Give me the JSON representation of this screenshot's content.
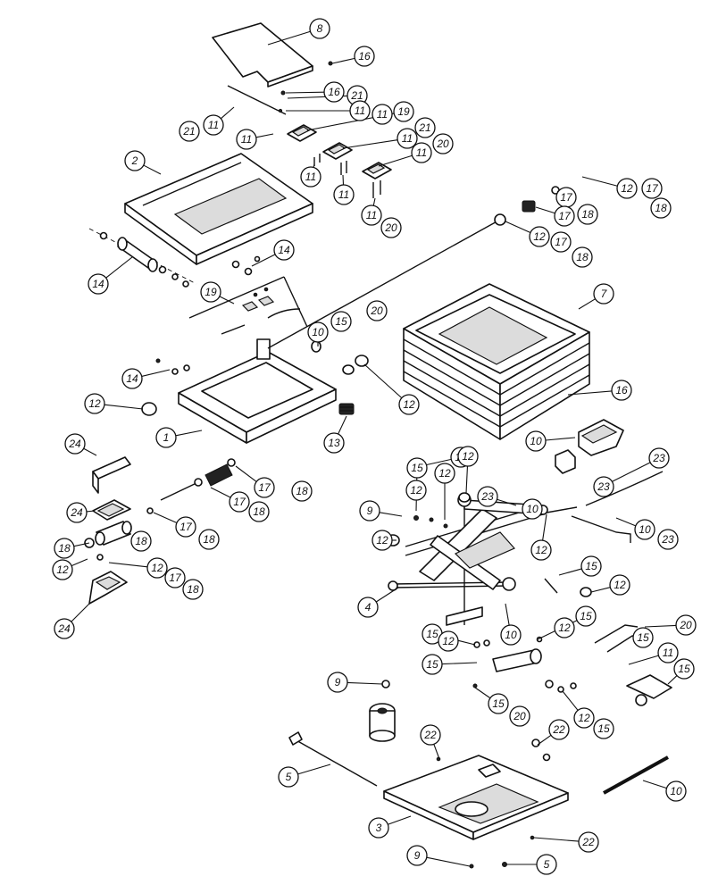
{
  "diagram": {
    "callouts": [
      {
        "id": "c-8",
        "label": "8"
      },
      {
        "id": "c-16a",
        "label": "16"
      },
      {
        "id": "c-16b",
        "label": "16"
      },
      {
        "id": "c-11a",
        "label": "11"
      },
      {
        "id": "c-21a",
        "label": "21"
      },
      {
        "id": "c-21b",
        "label": "21"
      },
      {
        "id": "c-11b",
        "label": "11"
      },
      {
        "id": "c-11c",
        "label": "11"
      },
      {
        "id": "c-19a",
        "label": "19"
      },
      {
        "id": "c-11d",
        "label": "11"
      },
      {
        "id": "c-21c",
        "label": "21"
      },
      {
        "id": "c-11e",
        "label": "11"
      },
      {
        "id": "c-11f",
        "label": "11"
      },
      {
        "id": "c-20a",
        "label": "20"
      },
      {
        "id": "c-11g",
        "label": "11"
      },
      {
        "id": "c-11h",
        "label": "11"
      },
      {
        "id": "c-11i",
        "label": "11"
      },
      {
        "id": "c-20b",
        "label": "20"
      },
      {
        "id": "c-2",
        "label": "2"
      },
      {
        "id": "c-12a",
        "label": "12"
      },
      {
        "id": "c-17a",
        "label": "17"
      },
      {
        "id": "c-18a",
        "label": "18"
      },
      {
        "id": "c-17b",
        "label": "17"
      },
      {
        "id": "c-18b",
        "label": "18"
      },
      {
        "id": "c-17c",
        "label": "17"
      },
      {
        "id": "c-12b",
        "label": "12"
      },
      {
        "id": "c-17d",
        "label": "17"
      },
      {
        "id": "c-18c",
        "label": "18"
      },
      {
        "id": "c-14a",
        "label": "14"
      },
      {
        "id": "c-14b",
        "label": "14"
      },
      {
        "id": "c-19b",
        "label": "19"
      },
      {
        "id": "c-10a",
        "label": "10"
      },
      {
        "id": "c-15a",
        "label": "15"
      },
      {
        "id": "c-20c",
        "label": "20"
      },
      {
        "id": "c-7",
        "label": "7"
      },
      {
        "id": "c-14c",
        "label": "14"
      },
      {
        "id": "c-12c",
        "label": "12"
      },
      {
        "id": "c-12d",
        "label": "12"
      },
      {
        "id": "c-16c",
        "label": "16"
      },
      {
        "id": "c-13",
        "label": "13"
      },
      {
        "id": "c-1",
        "label": "1"
      },
      {
        "id": "c-10b",
        "label": "10"
      },
      {
        "id": "c-24a",
        "label": "24"
      },
      {
        "id": "c-24b",
        "label": "24"
      },
      {
        "id": "c-12e",
        "label": "12"
      },
      {
        "id": "c-17e",
        "label": "17"
      },
      {
        "id": "c-18d",
        "label": "18"
      },
      {
        "id": "c-17f",
        "label": "17"
      },
      {
        "id": "c-18e",
        "label": "18"
      },
      {
        "id": "c-17g",
        "label": "17"
      },
      {
        "id": "c-18f",
        "label": "18"
      },
      {
        "id": "c-15b",
        "label": "15"
      },
      {
        "id": "c-12f",
        "label": "12"
      },
      {
        "id": "c-12g",
        "label": "12"
      },
      {
        "id": "c-12h",
        "label": "12"
      },
      {
        "id": "c-23a",
        "label": "23"
      },
      {
        "id": "c-23b",
        "label": "23"
      },
      {
        "id": "c-23c",
        "label": "23"
      },
      {
        "id": "c-9a",
        "label": "9"
      },
      {
        "id": "c-10c",
        "label": "10"
      },
      {
        "id": "c-10d",
        "label": "10"
      },
      {
        "id": "c-23d",
        "label": "23"
      },
      {
        "id": "c-18g",
        "label": "18"
      },
      {
        "id": "c-12i",
        "label": "12"
      },
      {
        "id": "c-18h",
        "label": "18"
      },
      {
        "id": "c-12j",
        "label": "12"
      },
      {
        "id": "c-12k",
        "label": "12"
      },
      {
        "id": "c-17h",
        "label": "17"
      },
      {
        "id": "c-18i",
        "label": "18"
      },
      {
        "id": "c-24c",
        "label": "24"
      },
      {
        "id": "c-12l",
        "label": "12"
      },
      {
        "id": "c-15c",
        "label": "15"
      },
      {
        "id": "c-12m",
        "label": "12"
      },
      {
        "id": "c-4",
        "label": "4"
      },
      {
        "id": "c-10e",
        "label": "10"
      },
      {
        "id": "c-20d",
        "label": "20"
      },
      {
        "id": "c-15d",
        "label": "15"
      },
      {
        "id": "c-15e",
        "label": "15"
      },
      {
        "id": "c-12n",
        "label": "12"
      },
      {
        "id": "c-15f",
        "label": "15"
      },
      {
        "id": "c-12o",
        "label": "12"
      },
      {
        "id": "c-15g",
        "label": "15"
      },
      {
        "id": "c-11j",
        "label": "11"
      },
      {
        "id": "c-15h",
        "label": "15"
      },
      {
        "id": "c-9b",
        "label": "9"
      },
      {
        "id": "c-15i",
        "label": "15"
      },
      {
        "id": "c-20e",
        "label": "20"
      },
      {
        "id": "c-12p",
        "label": "12"
      },
      {
        "id": "c-15j",
        "label": "15"
      },
      {
        "id": "c-22a",
        "label": "22"
      },
      {
        "id": "c-22b",
        "label": "22"
      },
      {
        "id": "c-5a",
        "label": "5"
      },
      {
        "id": "c-10f",
        "label": "10"
      },
      {
        "id": "c-3",
        "label": "3"
      },
      {
        "id": "c-22c",
        "label": "22"
      },
      {
        "id": "c-9c",
        "label": "9"
      },
      {
        "id": "c-5b",
        "label": "5"
      }
    ]
  }
}
